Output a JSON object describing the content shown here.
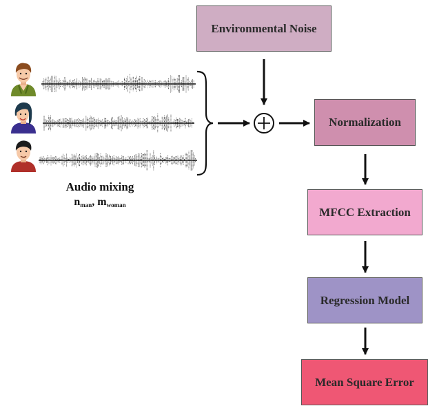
{
  "pipeline": {
    "env_noise": "Environmental Noise",
    "normalization": "Normalization",
    "mfcc": "MFCC Extraction",
    "regression": "Regression Model",
    "mse": "Mean Square Error"
  },
  "audio": {
    "caption": "Audio mixing",
    "formula_n": "n",
    "formula_n_sub": "man",
    "formula_sep": ", ",
    "formula_m": "m",
    "formula_m_sub": "woman"
  },
  "speakers": [
    {
      "kind": "man-green-shirt-avatar",
      "hair": "#8a4b1e",
      "shirt": "#6f8a2a"
    },
    {
      "kind": "woman-blue-shirt-avatar",
      "hair": "#1d3a4d",
      "shirt": "#3a2f8f"
    },
    {
      "kind": "man-red-shirt-avatar",
      "hair": "#1b1b1b",
      "shirt": "#b0302a"
    }
  ],
  "colors": {
    "env_noise": "#cfadc3",
    "normalization": "#cf8fae",
    "mfcc": "#f2a9cf",
    "regression": "#9e93c6",
    "mse": "#ef5774"
  },
  "icons": {
    "sum": "circled-plus-icon"
  }
}
